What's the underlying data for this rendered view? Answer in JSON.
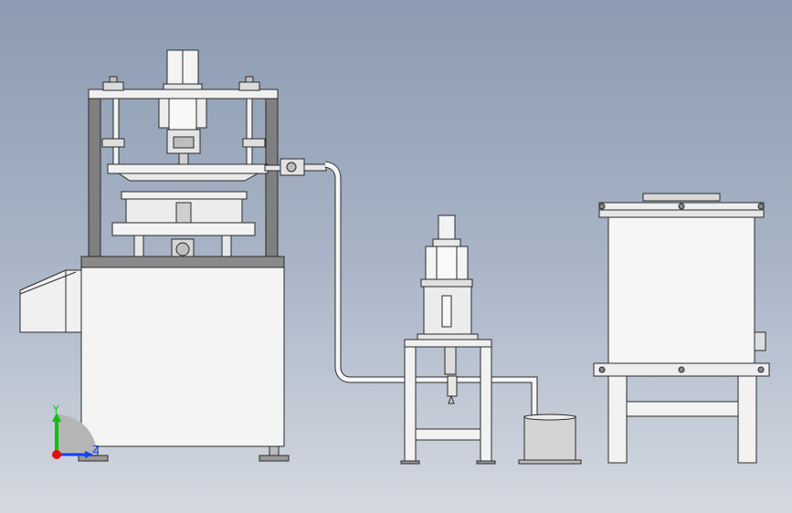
{
  "viewport": {
    "background_top": "#8c9bb1",
    "background_bottom": "#d4d9e1"
  },
  "colors": {
    "frame_gray": "#808080",
    "panel_light": "#ededed",
    "line": "#2a2a2a",
    "tank_shade": "#c8c8c8"
  },
  "triad": {
    "x_color": "#e01010",
    "y_color": "#10c010",
    "z_color": "#1040ff",
    "y_label": "Y",
    "z_label": "Z"
  },
  "components": [
    "hydraulic-press",
    "control-panel",
    "pump-unit",
    "collection-bucket",
    "storage-tank"
  ]
}
